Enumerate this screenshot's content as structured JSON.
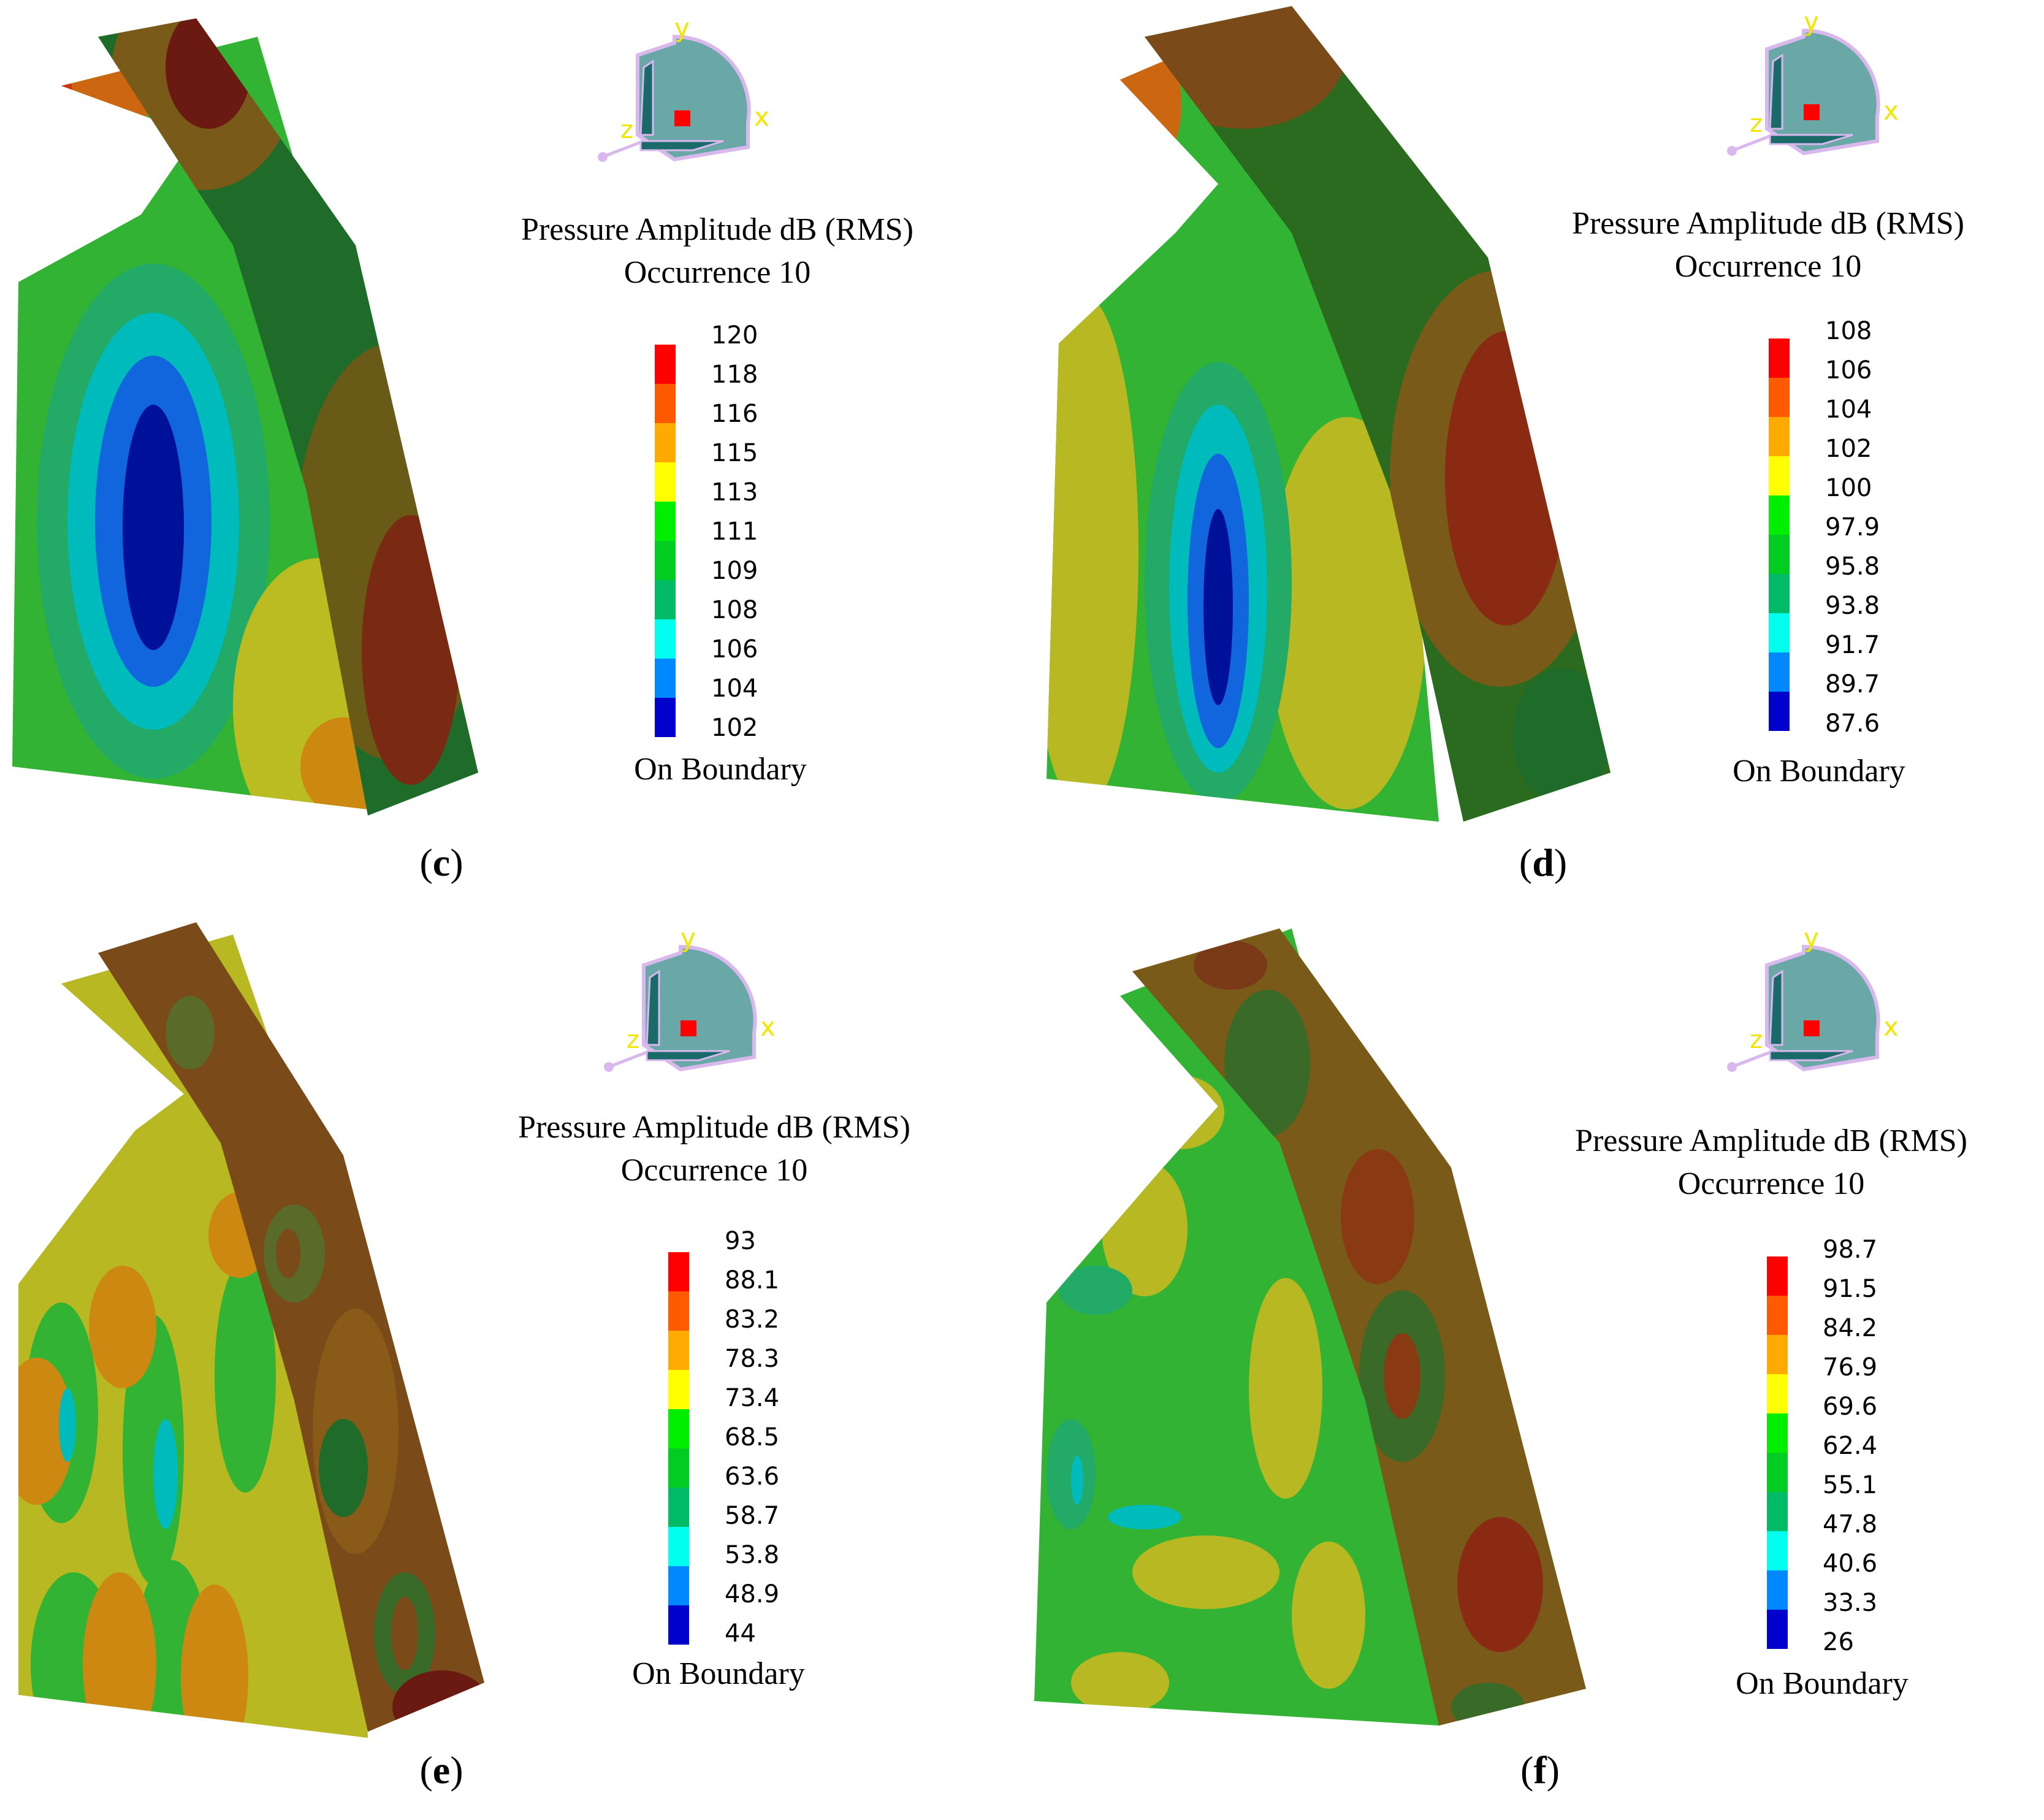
{
  "legend": {
    "title_line1": "Pressure Amplitude dB (RMS)",
    "title_line2": "Occurrence 10",
    "footer": "On Boundary"
  },
  "axes": {
    "x_label": "x",
    "y_label": "y",
    "z_label": "z"
  },
  "colormap": [
    "#ff0000",
    "#ff5a00",
    "#ffaa00",
    "#ffff00",
    "#00ee00",
    "#00cc22",
    "#00bb66",
    "#00ffee",
    "#0088ff",
    "#0000cc"
  ],
  "panels": [
    {
      "label": "c",
      "ticks": [
        "120",
        "118",
        "116",
        "115",
        "113",
        "111",
        "109",
        "108",
        "106",
        "104",
        "102"
      ]
    },
    {
      "label": "d",
      "ticks": [
        "108",
        "106",
        "104",
        "102",
        "100",
        "97.9",
        "95.8",
        "93.8",
        "91.7",
        "89.7",
        "87.6"
      ]
    },
    {
      "label": "e",
      "ticks": [
        "93",
        "88.1",
        "83.2",
        "78.3",
        "73.4",
        "68.5",
        "63.6",
        "58.7",
        "53.8",
        "48.9",
        "44"
      ]
    },
    {
      "label": "f",
      "ticks": [
        "98.7",
        "91.5",
        "84.2",
        "76.9",
        "69.6",
        "62.4",
        "55.1",
        "47.8",
        "40.6",
        "33.3",
        "26"
      ]
    }
  ]
}
